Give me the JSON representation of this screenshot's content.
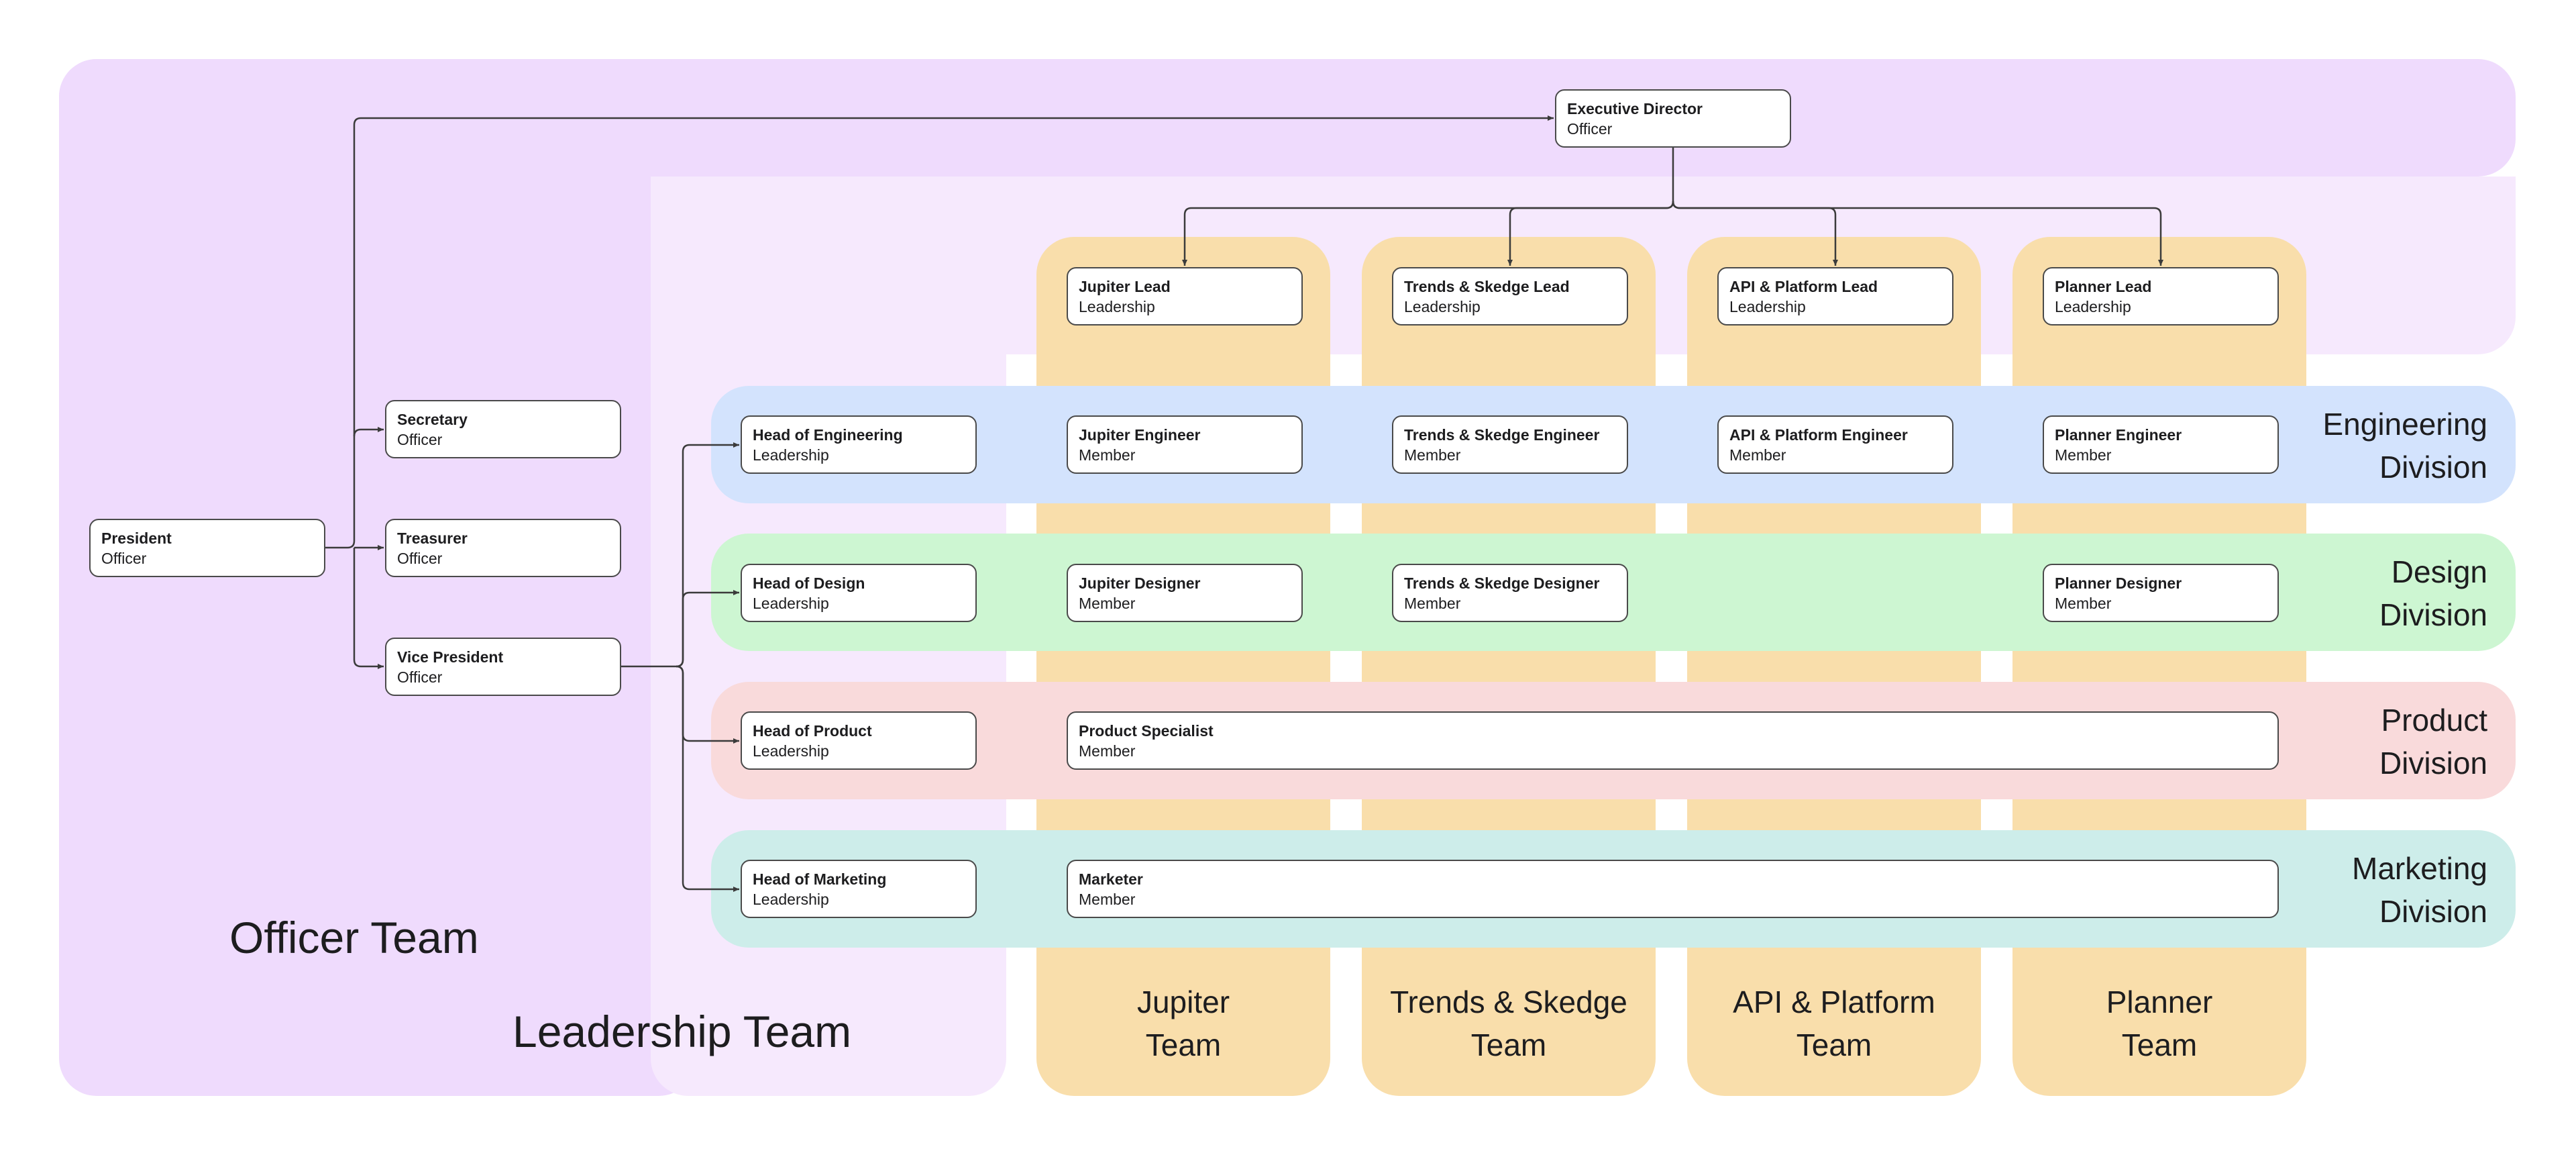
{
  "colors": {
    "officer_region": "#efdbfd",
    "leadership_region": "#f6e9fd",
    "team_column": "#f9deab",
    "engineering_band": "#d3e3fd",
    "design_band": "#cdf6d2",
    "product_band": "#f9dadb",
    "marketing_band": "#cdedea",
    "connector": "#3b3b3b",
    "node_border": "#4a4a4a"
  },
  "groups": {
    "officer_team": "Officer Team",
    "leadership_team": "Leadership Team"
  },
  "teams": [
    {
      "line1": "Jupiter",
      "line2": "Team"
    },
    {
      "line1": "Trends & Skedge",
      "line2": "Team"
    },
    {
      "line1": "API & Platform",
      "line2": "Team"
    },
    {
      "line1": "Planner",
      "line2": "Team"
    }
  ],
  "divisions": [
    {
      "line1": "Engineering",
      "line2": "Division"
    },
    {
      "line1": "Design",
      "line2": "Division"
    },
    {
      "line1": "Product",
      "line2": "Division"
    },
    {
      "line1": "Marketing",
      "line2": "Division"
    }
  ],
  "nodes": {
    "executive_director": {
      "title": "Executive Director",
      "role": "Officer"
    },
    "president": {
      "title": "President",
      "role": "Officer"
    },
    "secretary": {
      "title": "Secretary",
      "role": "Officer"
    },
    "treasurer": {
      "title": "Treasurer",
      "role": "Officer"
    },
    "vice_president": {
      "title": "Vice President",
      "role": "Officer"
    },
    "jupiter_lead": {
      "title": "Jupiter Lead",
      "role": "Leadership"
    },
    "trends_lead": {
      "title": "Trends & Skedge Lead",
      "role": "Leadership"
    },
    "api_lead": {
      "title": "API & Platform Lead",
      "role": "Leadership"
    },
    "planner_lead": {
      "title": "Planner Lead",
      "role": "Leadership"
    },
    "head_engineering": {
      "title": "Head of Engineering",
      "role": "Leadership"
    },
    "head_design": {
      "title": "Head of Design",
      "role": "Leadership"
    },
    "head_product": {
      "title": "Head of Product",
      "role": "Leadership"
    },
    "head_marketing": {
      "title": "Head of Marketing",
      "role": "Leadership"
    },
    "jupiter_engineer": {
      "title": "Jupiter Engineer",
      "role": "Member"
    },
    "trends_engineer": {
      "title": "Trends & Skedge Engineer",
      "role": "Member"
    },
    "api_engineer": {
      "title": "API & Platform Engineer",
      "role": "Member"
    },
    "planner_engineer": {
      "title": "Planner Engineer",
      "role": "Member"
    },
    "jupiter_designer": {
      "title": "Jupiter Designer",
      "role": "Member"
    },
    "trends_designer": {
      "title": "Trends & Skedge Designer",
      "role": "Member"
    },
    "planner_designer": {
      "title": "Planner Designer",
      "role": "Member"
    },
    "product_specialist": {
      "title": "Product Specialist",
      "role": "Member"
    },
    "marketer": {
      "title": "Marketer",
      "role": "Member"
    }
  }
}
